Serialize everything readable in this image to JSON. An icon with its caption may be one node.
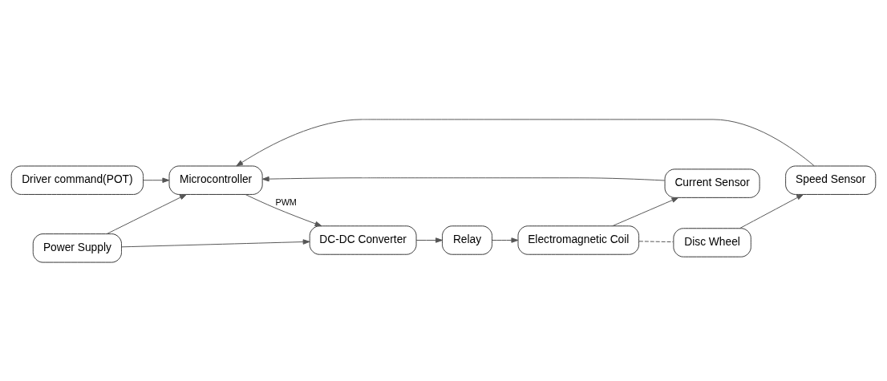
{
  "diagram": {
    "nodes": [
      {
        "text": [
          "Power Supply"
        ]
      },
      {
        "text": [
          "Driver command(POT)"
        ]
      },
      {
        "text": [
          "Microcontroller"
        ]
      },
      {
        "text": [
          "DC-DC Converter"
        ]
      },
      {
        "text": [
          "Relay"
        ]
      },
      {
        "text": [
          "Electromagnetic Coil"
        ]
      },
      {
        "text": [
          "Disc Wheel"
        ]
      },
      {
        "text": [
          "Speed Sensor"
        ]
      },
      {
        "text": [
          "Current Sensor"
        ]
      }
    ],
    "edges": [
      {
        "from": 0,
        "to": 2,
        "arrow": "to"
      },
      {
        "from": 0,
        "to": 3,
        "arrow": "to"
      },
      {
        "from": 1,
        "to": 2,
        "arrow": "to"
      },
      {
        "from": 2,
        "to": 3,
        "arrow": "to",
        "label": "PWM"
      },
      {
        "from": 3,
        "to": 4,
        "arrow": "to"
      },
      {
        "from": 4,
        "to": 5,
        "arrow": "to"
      },
      {
        "from": 5,
        "to": 6,
        "arrow": "none",
        "style": "dashed"
      },
      {
        "from": 6,
        "to": 7,
        "arrow": "to"
      },
      {
        "from": 7,
        "to": 2,
        "arrow": "to"
      },
      {
        "from": 5,
        "to": 8,
        "arrow": "to"
      },
      {
        "from": 8,
        "to": 2,
        "arrow": "to"
      }
    ]
  }
}
